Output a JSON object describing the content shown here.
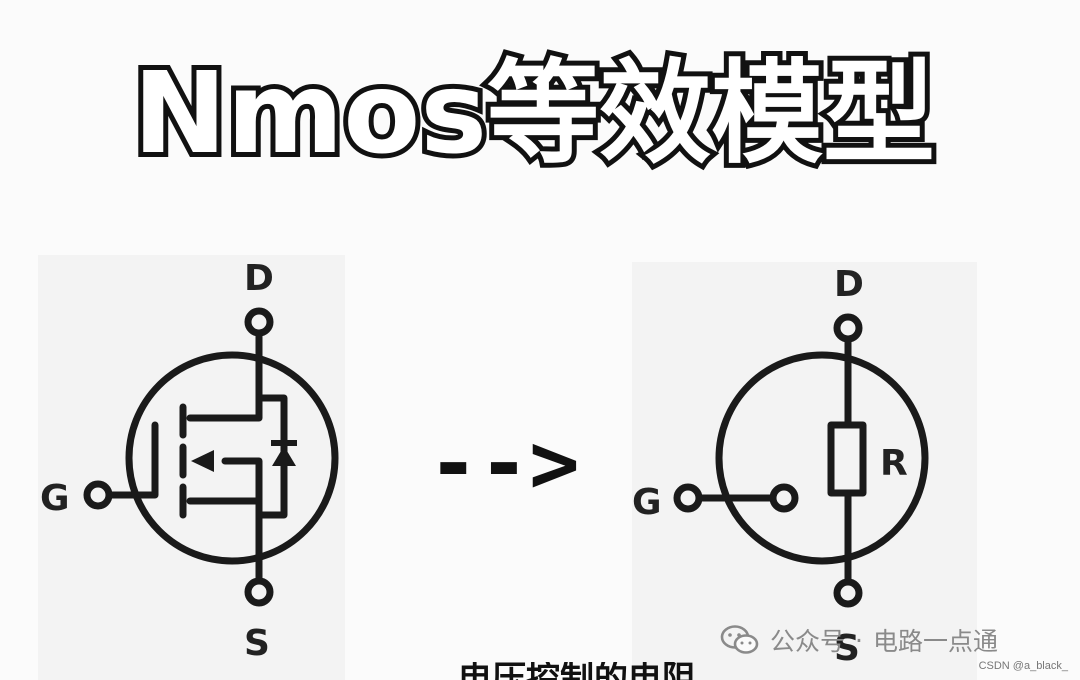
{
  "title": "Nmos等效模型",
  "left_symbol": {
    "pin_d": "D",
    "pin_g": "G",
    "pin_s": "S"
  },
  "arrow": "-->",
  "right_symbol": {
    "pin_d": "D",
    "pin_g": "G",
    "pin_s": "S",
    "resistor": "R"
  },
  "watermark": {
    "prefix": "公众号",
    "dot": "·",
    "name": "电路一点通"
  },
  "credit": "CSDN @a_black_",
  "partial_caption": "电压控制的电阻"
}
